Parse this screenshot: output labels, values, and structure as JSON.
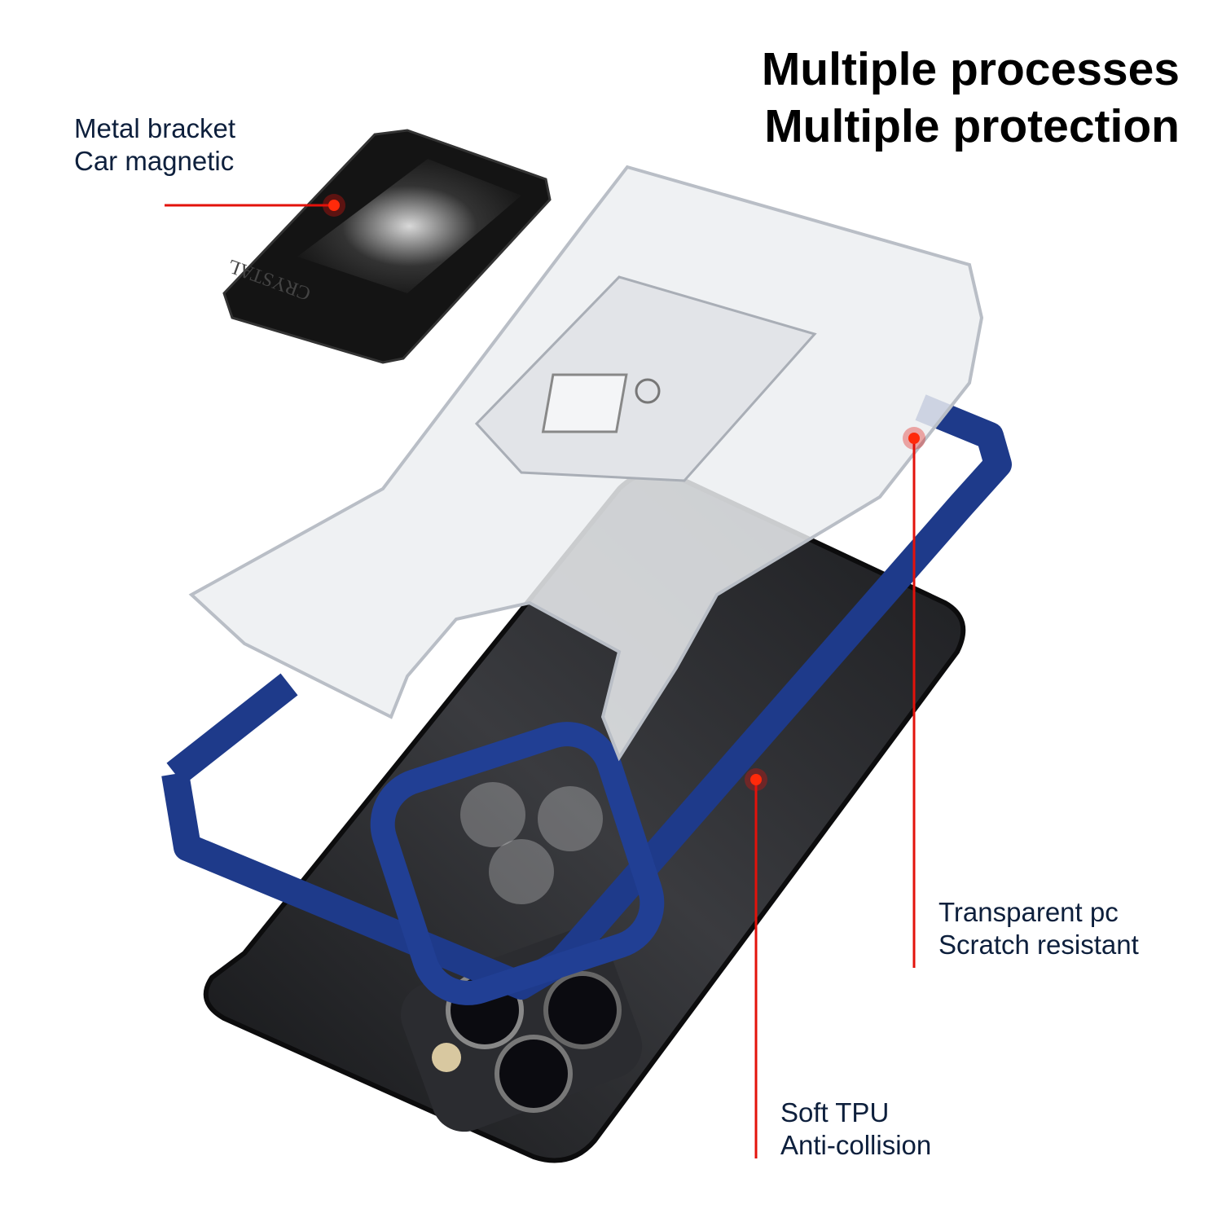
{
  "title": {
    "line1": "Multiple processes",
    "line2": "Multiple protection"
  },
  "callouts": [
    {
      "line1": "Metal bracket",
      "line2": "Car magnetic"
    },
    {
      "line1": "Transparent pc",
      "line2": "Scratch resistant"
    },
    {
      "line1": "Soft TPU",
      "line2": "Anti-collision"
    }
  ],
  "bracket_engraving": "CRYSTAL",
  "colors": {
    "callout": "#e3120b",
    "tpu": "#1e3a8a",
    "text": "#0d1f3c",
    "phone": "#1e1f22"
  }
}
